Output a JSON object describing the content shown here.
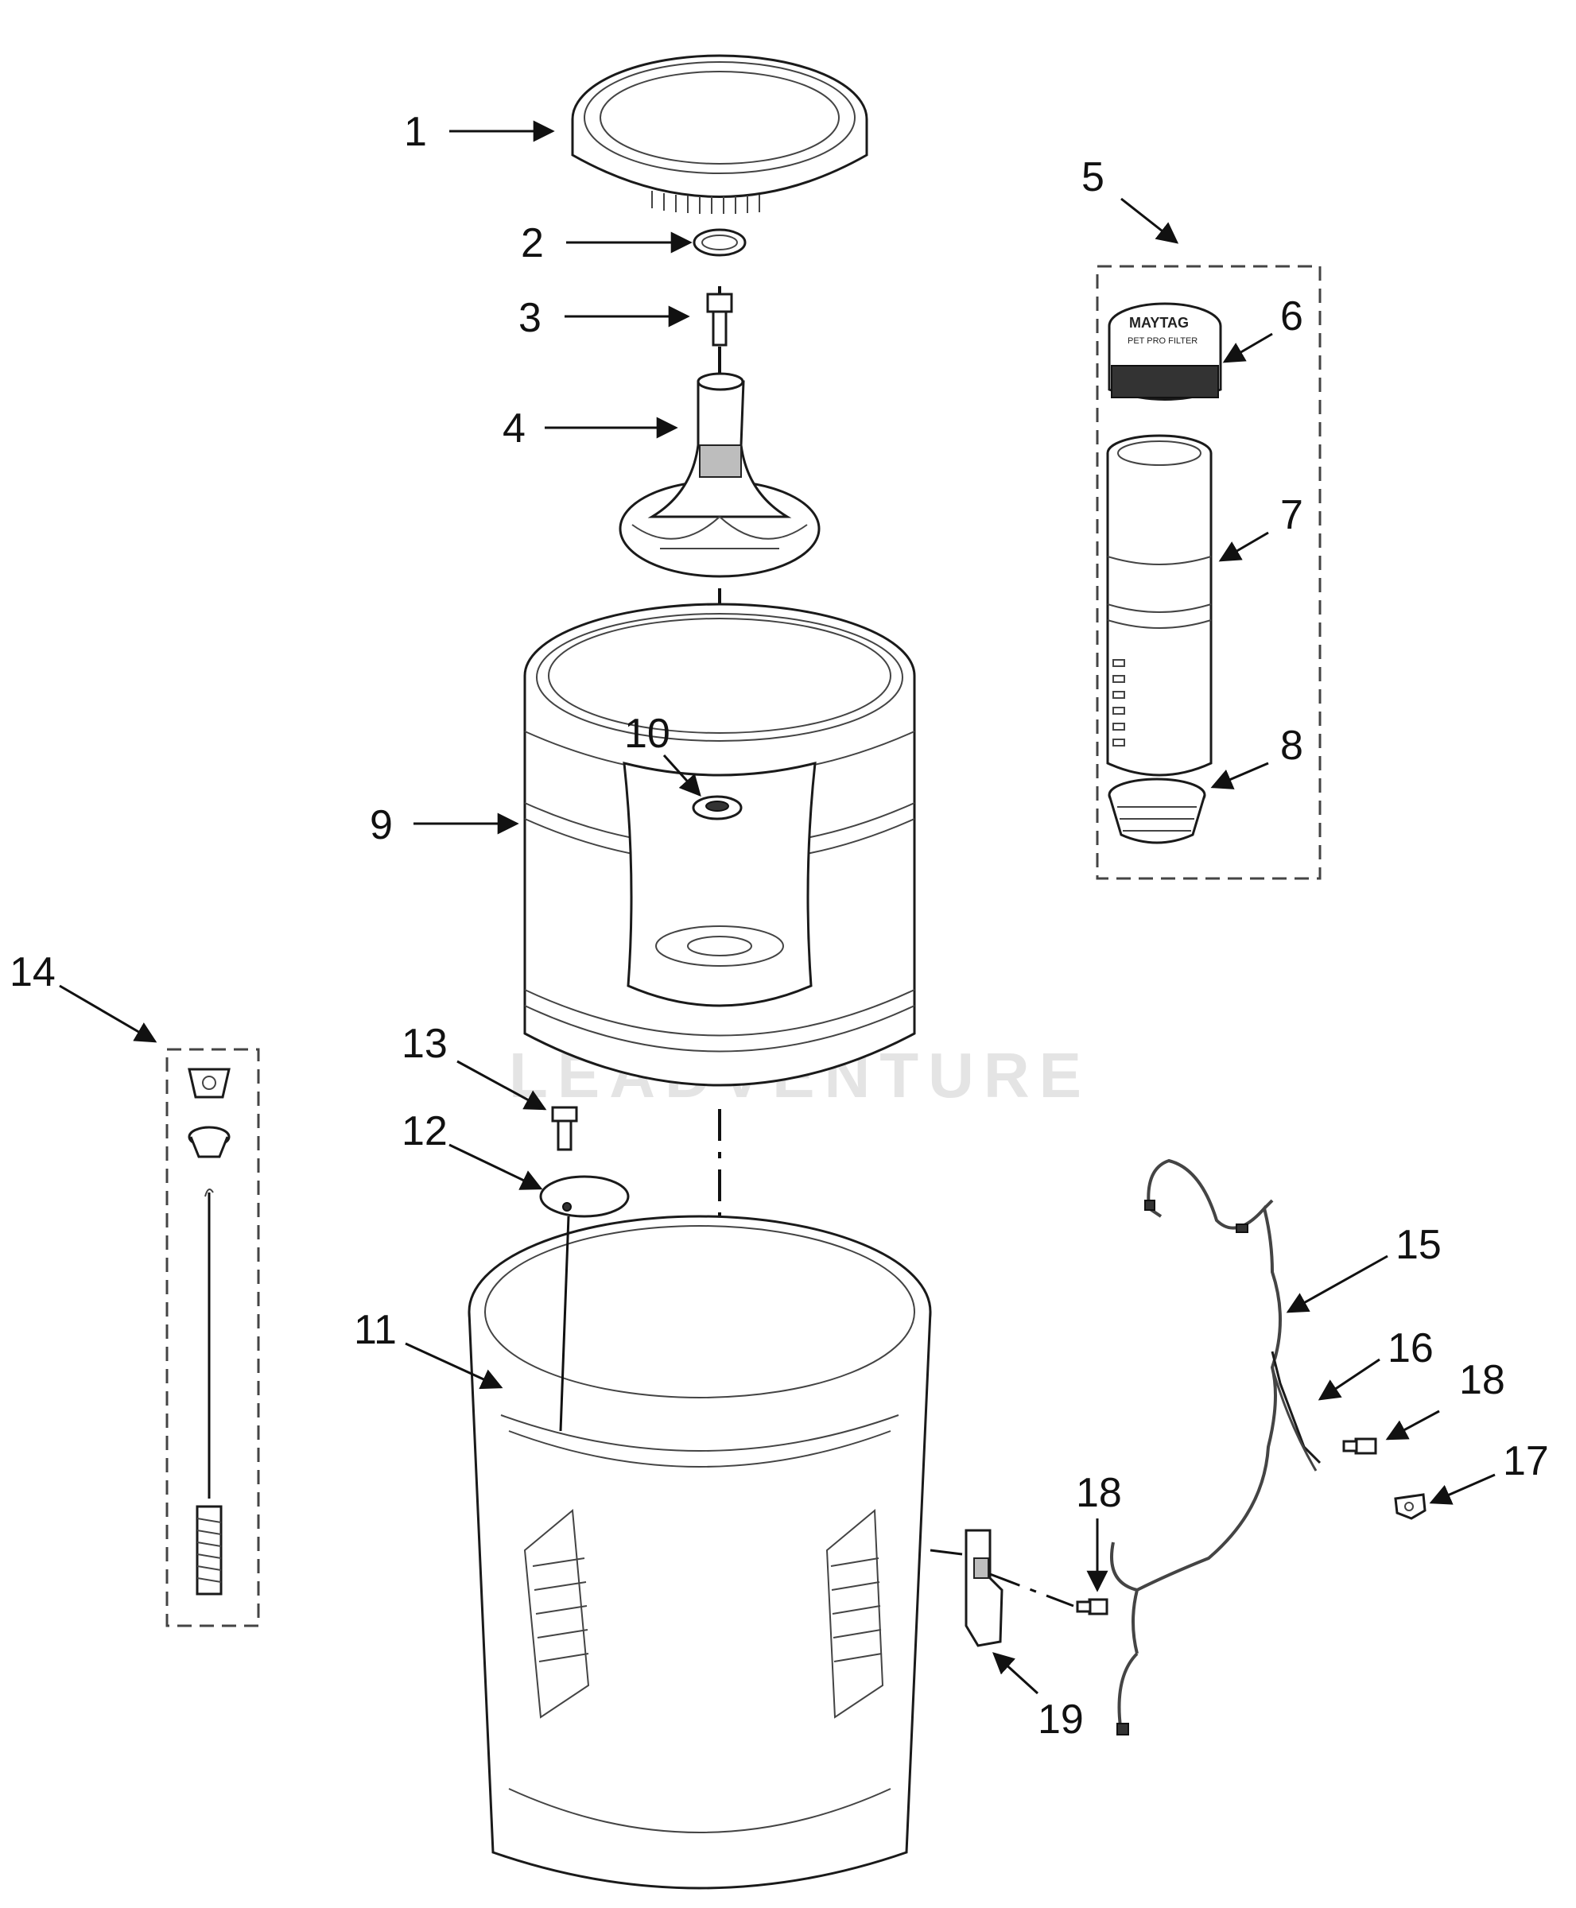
{
  "watermark": "LEADVENTURE",
  "filter_brand_text": "MAYTAG",
  "filter_sub_text": "PET PRO FILTER",
  "callouts": [
    {
      "id": "1",
      "label": "1"
    },
    {
      "id": "2",
      "label": "2"
    },
    {
      "id": "3",
      "label": "3"
    },
    {
      "id": "4",
      "label": "4"
    },
    {
      "id": "5",
      "label": "5"
    },
    {
      "id": "6",
      "label": "6"
    },
    {
      "id": "7",
      "label": "7"
    },
    {
      "id": "8",
      "label": "8"
    },
    {
      "id": "9",
      "label": "9"
    },
    {
      "id": "10",
      "label": "10"
    },
    {
      "id": "11",
      "label": "11"
    },
    {
      "id": "12",
      "label": "12"
    },
    {
      "id": "13",
      "label": "13"
    },
    {
      "id": "14",
      "label": "14"
    },
    {
      "id": "15",
      "label": "15"
    },
    {
      "id": "16",
      "label": "16"
    },
    {
      "id": "17",
      "label": "17"
    },
    {
      "id": "18a",
      "label": "18"
    },
    {
      "id": "18b",
      "label": "18"
    },
    {
      "id": "19",
      "label": "19"
    }
  ]
}
